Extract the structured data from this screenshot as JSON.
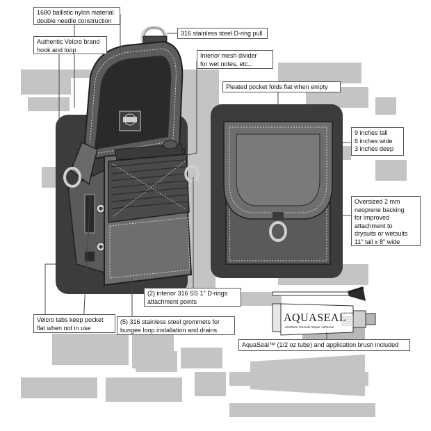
{
  "callouts": {
    "material": "1680 ballistic nylon material\ndouble needle construction",
    "velcro": "Authentic Velcro brand\nhook and loop",
    "dring": "316 stainless steel D-ring pull",
    "mesh": "Interior mesh divider\nfor wet notes, etc...",
    "pleated": "Pleated pocket folds flat when empty",
    "dimensions": "9 inches tall\n6 inches wide\n3 inches deep",
    "neoprene": "Oversized 2 mm\nneoprene backing\nfor improved\nattachment to\ndrysuits or wetsuits\n11\" tall x 8\" wide",
    "interior_drings": "(2) interior 316 SS 1\" D-rings\nattachment points",
    "velcro_tabs": "Velcro tabs keep pocket\nflat when not in use",
    "grommets": "(5) 316 stainless steel grommets for\nbungee loop installation and drains",
    "aquaseal": "AquaSeal™ (1/2 oz tube) and application brush included"
  },
  "tube": {
    "brand": "AQUASEAL",
    "tagline": "Urethane Formula Repair Adhesive",
    "caution": "CAUTION"
  },
  "colors": {
    "background_blocks": "#bdbdbd",
    "panel": "#3c3c3c",
    "fabric": "#6e6e6e",
    "stitch": "#d6d6d6"
  }
}
